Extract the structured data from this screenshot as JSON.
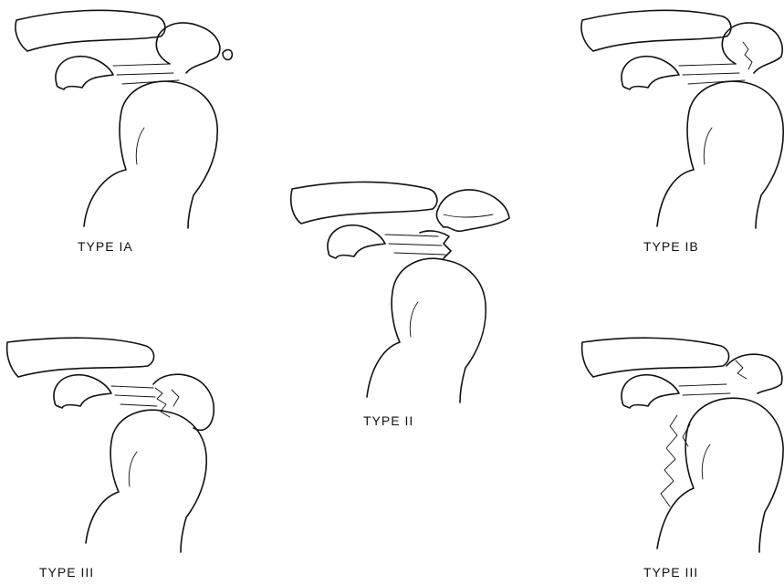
{
  "figure": {
    "panels": [
      {
        "id": "ia",
        "label": "TYPE IA"
      },
      {
        "id": "ib",
        "label": "TYPE IB"
      },
      {
        "id": "ii",
        "label": "TYPE II"
      },
      {
        "id": "iii_left",
        "label": "TYPE III"
      },
      {
        "id": "iii_right",
        "label": "TYPE III"
      }
    ]
  }
}
